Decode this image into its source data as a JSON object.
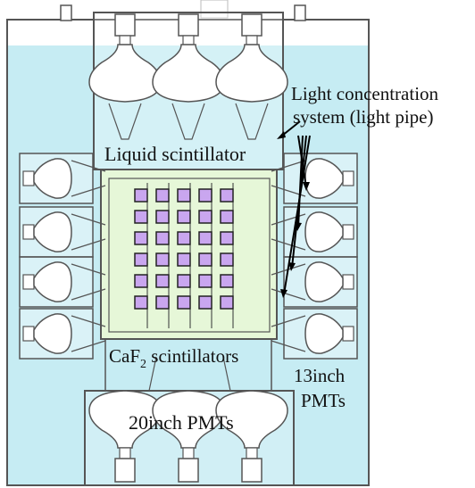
{
  "labels": {
    "light_concentration_line1": "Light concentration",
    "light_concentration_line2": "system (light pipe)",
    "liquid_scintillator": "Liquid scintillator",
    "caf2_main": "CaF",
    "caf2_subscript": "2",
    "caf2_rest": " scintillators",
    "inch13_line1": "13inch",
    "inch13_line2": "PMTs",
    "inch20": "20inch PMTs"
  },
  "colors": {
    "water": "#c6ecf3",
    "outline": "#555555",
    "inner_box": "#e6f7d8",
    "crystal_fill": "#c9a6ef",
    "crystal_edge": "#222222",
    "pmt_fill": "#ffffff",
    "arrow": "#000000"
  },
  "crystal_grid": {
    "rows": 6,
    "cols": 5
  },
  "pmt_columns": {
    "left_count": 4,
    "right_count": 4,
    "top_count": 3,
    "bottom_count": 3
  }
}
